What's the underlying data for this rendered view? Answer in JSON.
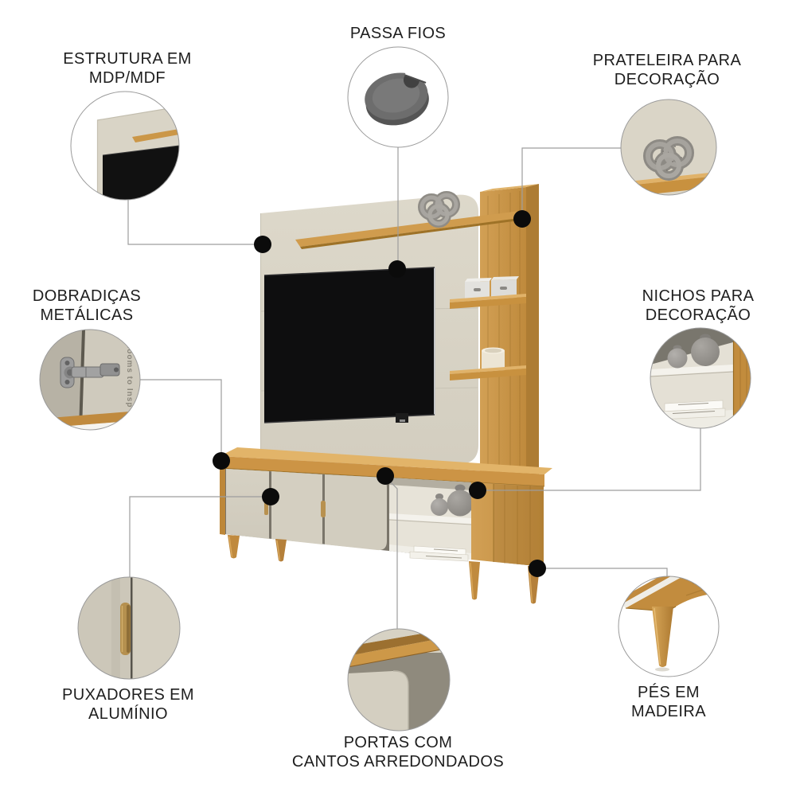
{
  "figure": {
    "type": "product-feature-callout-diagram",
    "product": "Painel Home para TV com rack",
    "background": "#ffffff",
    "line_color": "#9d9d9d",
    "dot_color": "#0b0b0b",
    "text_color": "#1e1e1e"
  },
  "callouts": {
    "estrutura": {
      "line1": "ESTRUTURA EM",
      "line2": "MDP/MDF"
    },
    "passa_fios": {
      "line1": "PASSA FIOS"
    },
    "prateleira": {
      "line1": "PRATELEIRA PARA",
      "line2": "DECORAÇÃO"
    },
    "dobradicas": {
      "line1": "DOBRADIÇAS",
      "line2": "METÁLICAS"
    },
    "nichos": {
      "line1": "NICHOS PARA",
      "line2": "DECORAÇÃO"
    },
    "puxadores": {
      "line1": "PUXADORES EM",
      "line2": "ALUMÍNIO"
    },
    "portas": {
      "line1": "PORTAS COM",
      "line2": "CANTOS ARREDONDADOS"
    },
    "pes": {
      "line1": "PÉS EM",
      "line2": "MADEIRA"
    }
  },
  "details": {
    "hinge_watermark_text": "Rooms to Insp"
  },
  "palette": {
    "panel_beige": "#d9d4c6",
    "door_beige": "#d2cdbf",
    "wood": "#cc9445",
    "wood_dark": "#ad7c33",
    "wood_light": "#e0b269",
    "tv_black": "#0e0e0f",
    "metal_gray": "#9c9c9c",
    "grommet_gray": "#6d6d6d",
    "vase_gray": "#9d9a95"
  }
}
